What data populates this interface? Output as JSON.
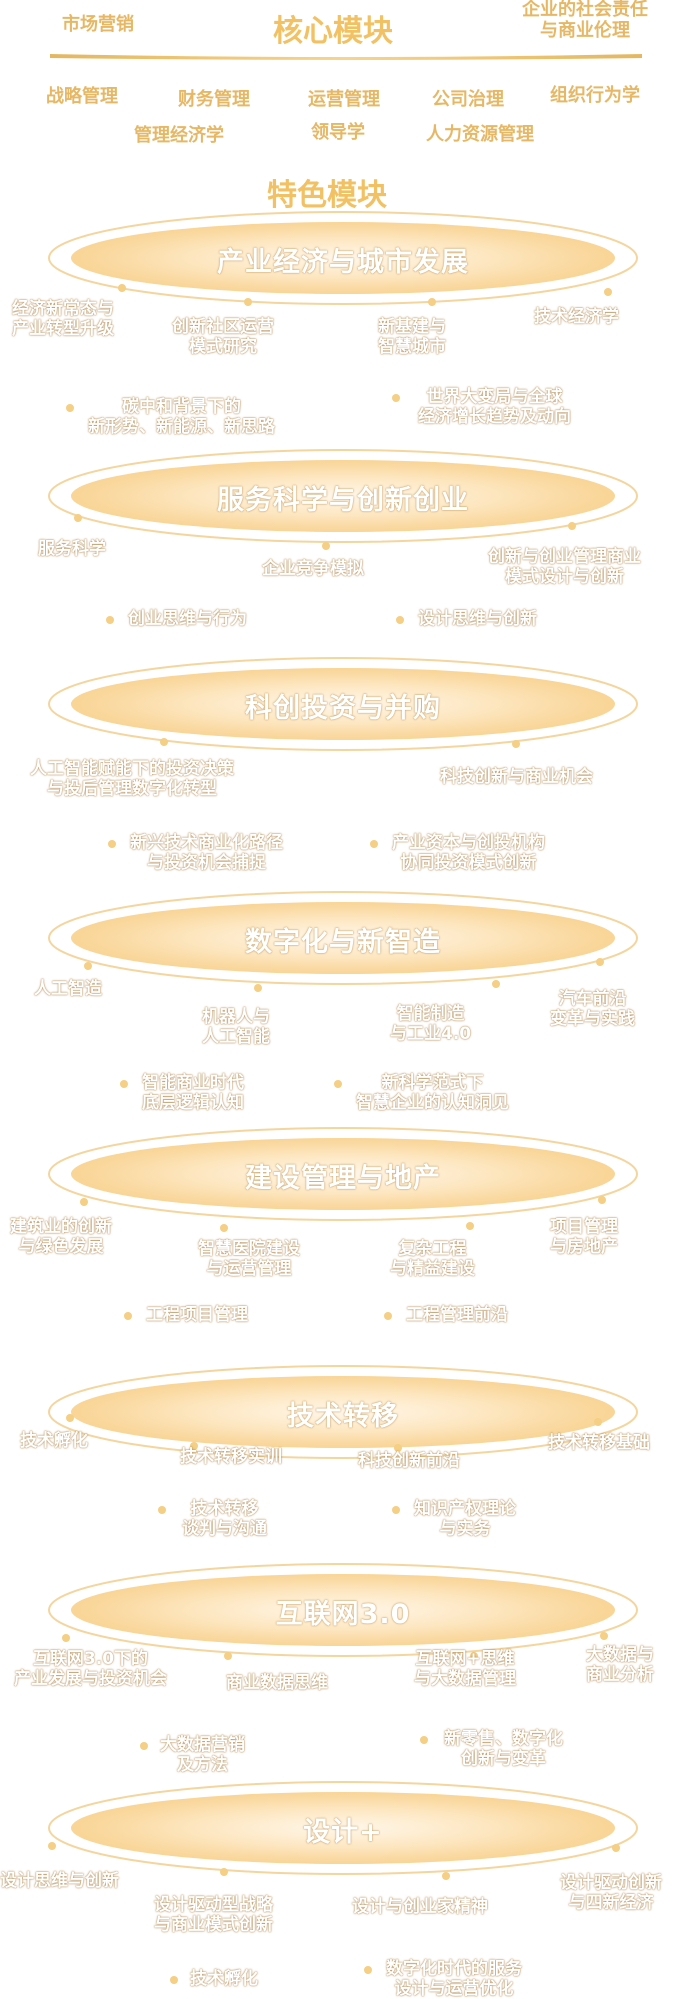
{
  "header": {
    "core_title": "核心模块",
    "left_label": "市场营销",
    "right_label_line1": "企业的社会责任",
    "right_label_line2": "与商业伦理"
  },
  "core_modules_row1": [
    "战略管理",
    "财务管理",
    "运营管理",
    "公司治理",
    "组织行为学"
  ],
  "core_modules_row2": [
    "管理经济学",
    "领导学",
    "人力资源管理"
  ],
  "featured_title": "特色模块",
  "sections": [
    {
      "title": "产业经济与城市发展",
      "items": [
        "经济新常态与\n产业转型升级",
        "创新社区运营\n模式研究",
        "新基建与\n智慧城市",
        "技术经济学"
      ],
      "bullets": [
        "碳中和背景下的\n新形势、新能源、新思路",
        "世界大变局与全球\n经济增长趋势及动向"
      ]
    },
    {
      "title": "服务科学与创新创业",
      "items": [
        "服务科学",
        "企业竞争模拟",
        "创新与创业管理商业\n模式设计与创新"
      ],
      "bullets": [
        "创业思维与行为",
        "设计思维与创新"
      ]
    },
    {
      "title": "科创投资与并购",
      "items": [
        "人工智能赋能下的投资决策\n与投后管理数字化转型",
        "科技创新与商业机会"
      ],
      "bullets": [
        "新兴技术商业化路径\n与投资机会捕捉",
        "产业资本与创投机构\n协同投资模式创新"
      ]
    },
    {
      "title": "数字化与新智造",
      "items": [
        "人工智造",
        "机器人与\n人工智能",
        "智能制造\n与工业4.0",
        "汽车前沿\n变革与实践"
      ],
      "bullets": [
        "智能商业时代\n底层逻辑认知",
        "新科学范式下\n智慧企业的认知洞见"
      ]
    },
    {
      "title": "建设管理与地产",
      "items": [
        "建筑业的创新\n与绿色发展",
        "智慧医院建设\n与运营管理",
        "复杂工程\n与精益建设",
        "项目管理\n与房地产"
      ],
      "bullets": [
        "工程项目管理",
        "工程管理前沿"
      ]
    },
    {
      "title": "技术转移",
      "items": [
        "技术孵化",
        "技术转移实训",
        "科技创新前沿",
        "技术转移基础"
      ],
      "bullets": [
        "技术转移\n谈判与沟通",
        "知识产权理论\n与实务"
      ]
    },
    {
      "title": "互联网3.0",
      "items": [
        "互联网3.0下的\n产业发展与投资机会",
        "商业数据思维",
        "互联网+思维\n与大数据管理",
        "大数据与\n商业分析"
      ],
      "bullets": [
        "大数据营销\n及方法",
        "新零售、数字化\n创新与变革"
      ]
    },
    {
      "title": "设计+",
      "items": [
        "设计思维与创新",
        "设计驱动型战略\n与商业模式创新",
        "设计与创业家精神",
        "设计驱动创新\n与四新经济"
      ],
      "bullets": [
        "技术孵化",
        "数字化时代的服务\n设计与运营优化"
      ]
    }
  ],
  "colors": {
    "gold": "#f2c163",
    "label_outline": "#b68e56",
    "ellipse_fill": "#fbe3b8"
  }
}
